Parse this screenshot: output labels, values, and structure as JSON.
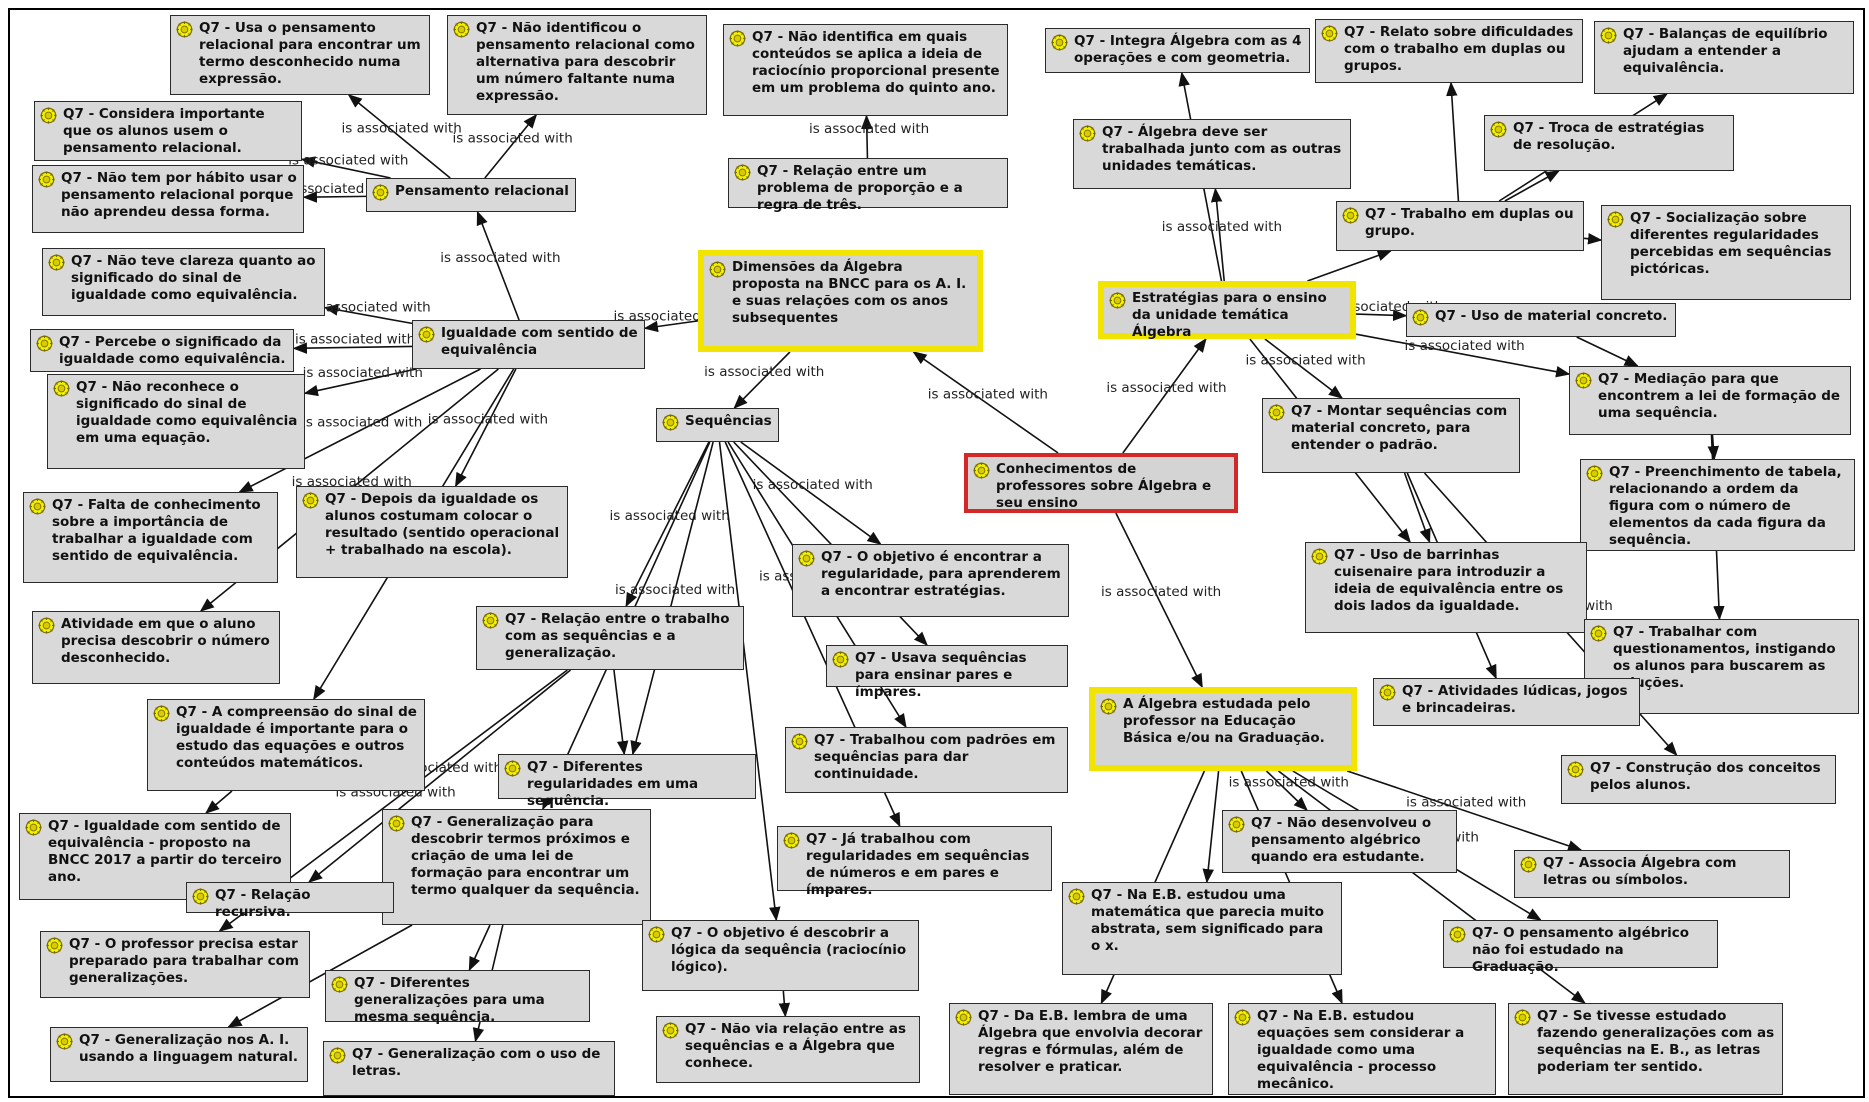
{
  "edge_label": "is associated with",
  "nodes": {
    "n1": "Q7 - Usa o pensamento relacional para encontrar um termo desconhecido numa expressão.",
    "n2": "Q7 - Não identificou o pensamento relacional como alternativa para descobrir um número faltante numa expressão.",
    "n3": "Q7 - Não identifica em quais conteúdos se aplica a ideia de raciocínio proporcional presente em um problema do quinto ano.",
    "n4": "Q7 - Integra Álgebra com as 4 operações e com geometria.",
    "n5": "Q7 - Relato sobre dificuldades com o trabalho em duplas ou grupos.",
    "n6": "Q7 - Balanças de equilíbrio ajudam a entender a equivalência.",
    "n7": "Q7 - Considera importante que os alunos usem o pensamento relacional.",
    "n8": "Q7 - Não tem por hábito usar o pensamento relacional porque não aprendeu dessa forma.",
    "n9": "Pensamento relacional",
    "n10": "Q7 - Relação entre um problema de proporção e a regra de três.",
    "n11": "Q7 - Álgebra deve ser trabalhada junto com as outras unidades temáticas.",
    "n12": "Q7 - Troca de estratégias de resolução.",
    "n13": "Q7 - Trabalho em duplas ou grupo.",
    "n14": "Q7 - Socialização sobre diferentes regularidades percebidas em sequências pictóricas.",
    "n15": "Q7 - Não teve clareza quanto ao significado do sinal de igualdade como equivalência.",
    "n16": "Dimensões da Álgebra proposta na BNCC para os A. I. e suas relações com os anos subsequentes",
    "n17": "Estratégias para o ensino da unidade temática Álgebra",
    "n18": "Q7 - Uso de material concreto.",
    "n19": "Q7 - Percebe o significado da igualdade como equivalência.",
    "n20": "Igualdade com sentido de equivalência",
    "n21": "Q7 - Não reconhece o significado do sinal de igualdade como equivalência em uma equação.",
    "n22": "Sequências",
    "n23": "Q7 - Mediação para que encontrem a lei de formação de uma sequência.",
    "n24": "Q7 - Montar sequências com material concreto, para entender o padrão.",
    "n25": "Conhecimentos de professores sobre Álgebra e seu ensino",
    "n26": "Q7 - Preenchimento de tabela, relacionando a ordem da figura com o número de elementos da cada figura da sequência.",
    "n27": "Q7 - Falta de conhecimento sobre a importância de trabalhar a igualdade com sentido de equivalência.",
    "n28": "Q7 - Depois da igualdade os alunos costumam colocar o resultado (sentido operacional + trabalhado na escola).",
    "n29": "Q7 - O objetivo é encontrar a regularidade, para aprenderem a encontrar estratégias.",
    "n30": "Q7 - Uso de barrinhas cuisenaire para introduzir a ideia de equivalência entre os dois lados da igualdade.",
    "n31": "Atividade em que o aluno precisa descobrir o número desconhecido.",
    "n32": "Q7 - Relação entre o trabalho com as sequências e a generalização.",
    "n33": "Q7 - Usava sequências para ensinar pares e ímpares.",
    "n34": "Q7 - Trabalhar com questionamentos, instigando os alunos para buscarem as soluções.",
    "n35": "Q7 - Atividades lúdicas, jogos e brincadeiras.",
    "n36": "Q7 - A compreensão do sinal de igualdade é importante para o estudo das equações e outros conteúdos matemáticos.",
    "n37": "A Álgebra estudada pelo professor na Educação Básica e/ou na Graduação.",
    "n38": "Q7 - Trabalhou com padrões em sequências para dar continuidade.",
    "n39": "Q7 - Diferentes regularidades em uma sequência.",
    "n40": "Q7 - Construção dos conceitos pelos alunos.",
    "n41": "Q7 - Igualdade com sentido de equivalência - proposto na BNCC 2017 a partir do terceiro ano.",
    "n42": "Q7 - Generalização para descobrir termos próximos e criação de uma lei de formação para encontrar um termo qualquer da sequência.",
    "n43": "Q7 - Não desenvolveu o pensamento algébrico quando era estudante.",
    "n44": "Q7 - Já trabalhou com regularidades em sequências de números e em pares e ímpares.",
    "n45": "Q7 - Associa Álgebra com letras ou símbolos.",
    "n46": "Q7 - Relação recursiva.",
    "n47": "Q7 - Na E.B. estudou uma matemática que parecia muito abstrata, sem significado para o x.",
    "n48": "Q7 - O professor precisa estar preparado para trabalhar com generalizações.",
    "n49": "Q7 - O objetivo é descobrir a lógica da sequência (raciocínio lógico).",
    "n50": "Q7- O pensamento algébrico não foi estudado na Graduação.",
    "n51": "Q7 - Diferentes generalizações para uma mesma sequência.",
    "n52": "Q7 - Não via relação entre as sequências e a Álgebra que conhece.",
    "n53": "Q7 - Da E.B. lembra de uma Álgebra que envolvia decorar regras e fórmulas, além de resolver e praticar.",
    "n54": "Q7 - Na E.B. estudou equações sem considerar a igualdade como uma equivalência - processo mecânico.",
    "n55": "Q7 - Se tivesse estudado fazendo generalizações com as sequências na E. B., as letras poderiam ter sentido.",
    "n56": "Q7 - Generalização nos A. I. usando a linguagem natural.",
    "n57": "Q7 - Generalização com o uso de letras."
  }
}
